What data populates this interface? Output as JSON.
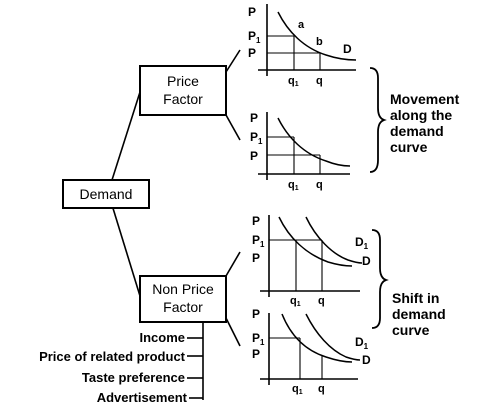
{
  "root": {
    "label": "Demand"
  },
  "price_factor": {
    "line1": "Price",
    "line2": "Factor"
  },
  "non_price_factor": {
    "line1": "Non Price",
    "line2": "Factor"
  },
  "factors": [
    "Income",
    "Price of related product",
    "Taste preference",
    "Advertisement"
  ],
  "movement_label": [
    "Movement",
    "along the",
    "demand",
    "curve"
  ],
  "shift_label": [
    "Shift in",
    "demand",
    "curve"
  ],
  "graph1": {
    "p_top": "P",
    "p1": "P",
    "p1_sub": "1",
    "p": "P",
    "a": "a",
    "b": "b",
    "d": "D",
    "q1": "q",
    "q1_sub": "1",
    "q": "q"
  },
  "graph2": {
    "p_top": "P",
    "p1": "P",
    "p1_sub": "1",
    "p": "P",
    "q1": "q",
    "q1_sub": "1",
    "q": "q"
  },
  "graph3": {
    "p_top": "P",
    "p1": "P",
    "p1_sub": "1",
    "p": "P",
    "d1": "D",
    "d1_sub": "1",
    "d": "D",
    "q1": "q",
    "q1_sub": "1",
    "q": "q"
  },
  "graph4": {
    "p_top": "P",
    "p1": "P",
    "p1_sub": "1",
    "p": "P",
    "d1": "D",
    "d1_sub": "1",
    "d": "D",
    "q1": "q",
    "q1_sub": "1",
    "q": "q"
  }
}
